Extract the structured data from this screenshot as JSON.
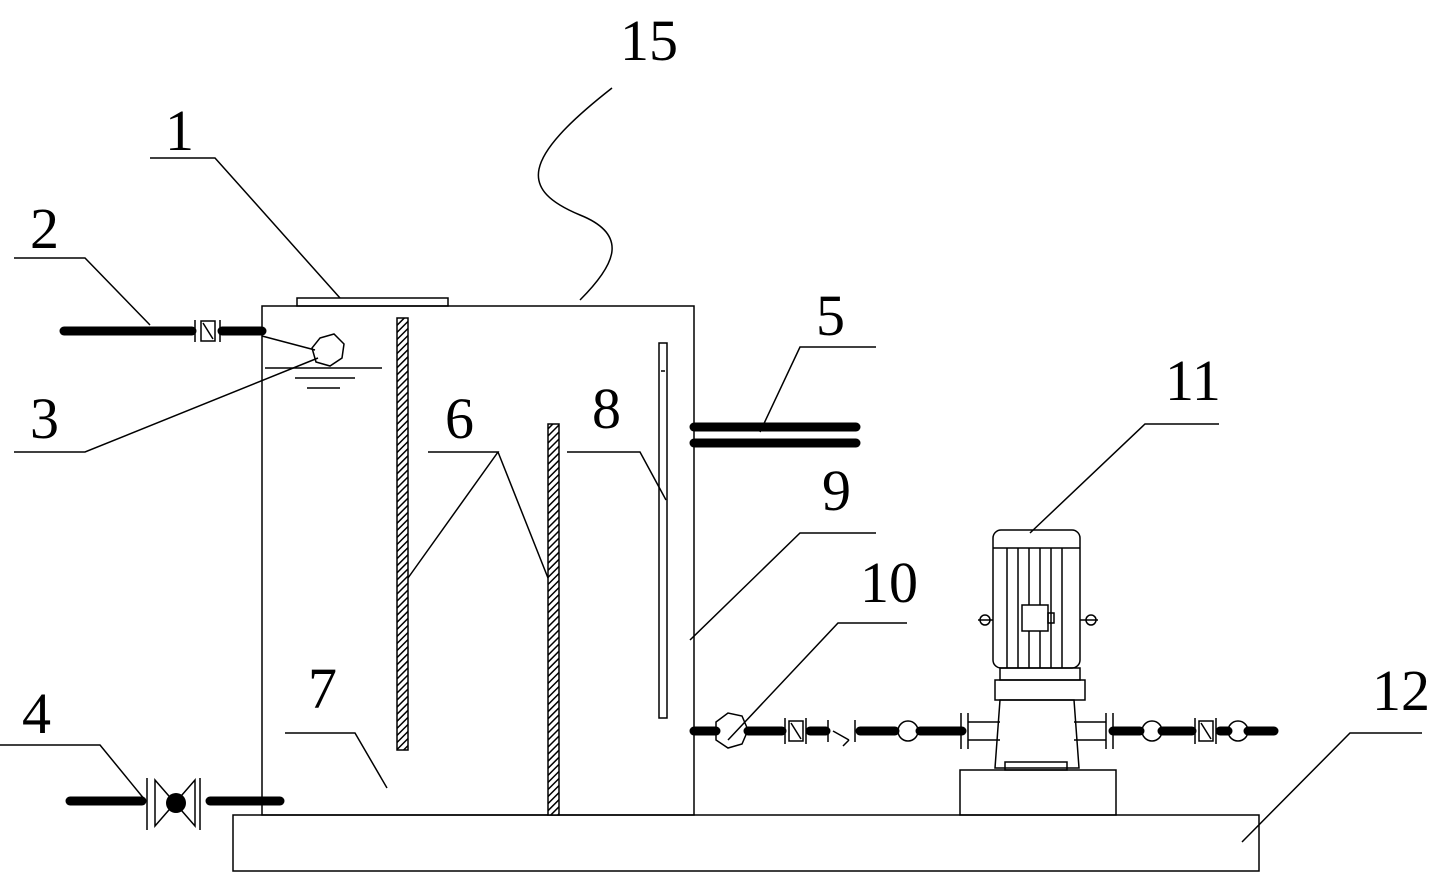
{
  "labels": {
    "l1": "1",
    "l2": "2",
    "l3": "3",
    "l4": "4",
    "l5": "5",
    "l6": "6",
    "l7": "7",
    "l8": "8",
    "l9": "9",
    "l10": "10",
    "l11": "11",
    "l12": "12",
    "l15": "15"
  }
}
